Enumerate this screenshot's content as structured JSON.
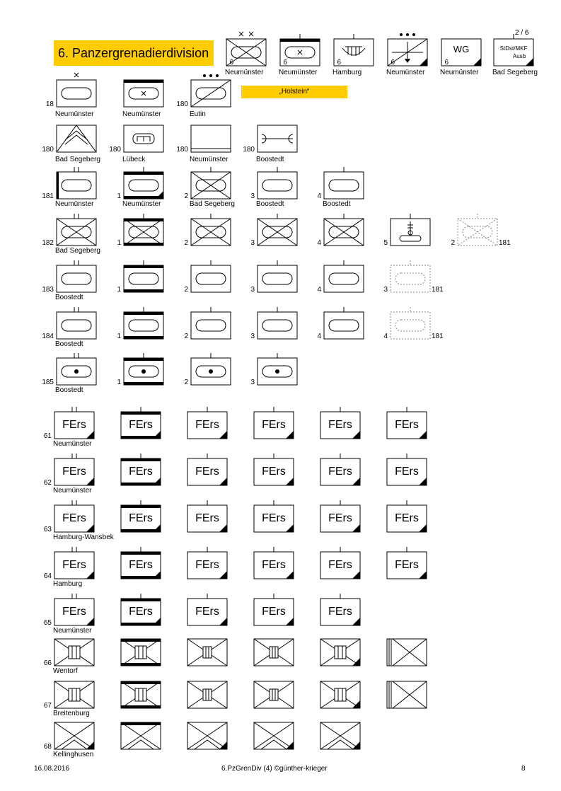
{
  "title": "6. Panzergrenadierdivision",
  "subtitle": "„Holstein“",
  "footer": {
    "date": "16.08.2016",
    "center": "6.PzGrenDiv (4) ©günther-krieger",
    "page": "8"
  },
  "fers": "FErs",
  "wg": "WG",
  "stdst_line1": "StDst/MKF",
  "stdst_line2": "Ausb",
  "stdst_top": "2 / 6",
  "rows": [
    {
      "number": "6",
      "location": ""
    },
    {
      "number": "18",
      "location": "Neumünster"
    },
    {
      "number": "180",
      "location": "Bad Segeberg"
    },
    {
      "number": "181",
      "location": "Neumünster"
    },
    {
      "number": "182",
      "location": "Bad Segeberg"
    },
    {
      "number": "183",
      "location": "Boostedt"
    },
    {
      "number": "184",
      "location": "Boostedt"
    },
    {
      "number": "185",
      "location": "Boostedt"
    },
    {
      "number": "61",
      "location": "Neumünster"
    },
    {
      "number": "62",
      "location": "Neumünster"
    },
    {
      "number": "63",
      "location": "Hamburg-Wansbek"
    },
    {
      "number": "64",
      "location": "Hamburg"
    },
    {
      "number": "65",
      "location": "Neumünster"
    },
    {
      "number": "66",
      "location": "Wentorf"
    },
    {
      "number": "67",
      "location": "Breitenburg"
    },
    {
      "number": "68",
      "location": "Kellinghusen"
    }
  ],
  "top_units": [
    {
      "number": "6",
      "location": "Neumünster"
    },
    {
      "number": "6",
      "location": "Neumünster"
    },
    {
      "number": "6",
      "location": "Hamburg"
    },
    {
      "number": "6",
      "location": "Neumünster"
    },
    {
      "number": "6",
      "location": "Neumünster"
    },
    {
      "number": "",
      "location": "Bad Segeberg"
    }
  ],
  "row18": [
    {
      "number": "18",
      "location": "Neumünster"
    },
    {
      "number": "",
      "location": "Neumünster"
    },
    {
      "number": "180",
      "location": "Eutin"
    }
  ],
  "row180": [
    {
      "number": "180",
      "location": "Bad Segeberg"
    },
    {
      "number": "180",
      "location": "Lübeck"
    },
    {
      "number": "180",
      "location": "Neumünster"
    },
    {
      "number": "180",
      "location": "Boostedt"
    }
  ],
  "row181": [
    {
      "number": "181",
      "location": "Neumünster"
    },
    {
      "number": "1",
      "location": "Neumünster"
    },
    {
      "number": "2",
      "location": "Bad Segeberg"
    },
    {
      "number": "3",
      "location": "Boostedt"
    },
    {
      "number": "4",
      "location": "Boostedt"
    }
  ],
  "row182": [
    {
      "number": "182",
      "location": "Bad Segeberg"
    },
    {
      "number": "1",
      "location": ""
    },
    {
      "number": "2",
      "location": ""
    },
    {
      "number": "3",
      "location": ""
    },
    {
      "number": "4",
      "location": ""
    },
    {
      "number": "5",
      "location": ""
    },
    {
      "number": "2",
      "location": "",
      "suffix": "181"
    }
  ],
  "row183": [
    {
      "number": "183",
      "location": "Boostedt"
    },
    {
      "number": "1",
      "location": ""
    },
    {
      "number": "2",
      "location": ""
    },
    {
      "number": "3",
      "location": ""
    },
    {
      "number": "4",
      "location": ""
    },
    {
      "number": "3",
      "location": "",
      "suffix": "181"
    }
  ],
  "row184": [
    {
      "number": "184",
      "location": "Boostedt"
    },
    {
      "number": "1",
      "location": ""
    },
    {
      "number": "2",
      "location": ""
    },
    {
      "number": "3",
      "location": ""
    },
    {
      "number": "4",
      "location": ""
    },
    {
      "number": "4",
      "location": "",
      "suffix": "181"
    }
  ],
  "row185": [
    {
      "number": "185",
      "location": "Boostedt"
    },
    {
      "number": "1",
      "location": ""
    },
    {
      "number": "2",
      "location": ""
    },
    {
      "number": "3",
      "location": ""
    }
  ],
  "colors": {
    "accent": "#ffcc00",
    "ink": "#000000",
    "ghost": "#888888"
  }
}
